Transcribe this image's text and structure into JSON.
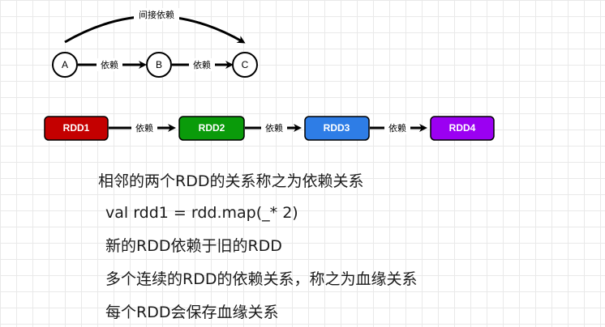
{
  "colors": {
    "rdd1": "#c40000",
    "rdd2": "#0a9b0a",
    "rdd3": "#2e7de6",
    "rdd4": "#9b00f2",
    "edge": "#000000"
  },
  "top_graph": {
    "nodes": [
      "A",
      "B",
      "C"
    ],
    "edge_labels": [
      "依赖",
      "依赖"
    ],
    "arc_label": "间接依赖"
  },
  "rdd_chain": {
    "nodes": [
      "RDD1",
      "RDD2",
      "RDD3",
      "RDD4"
    ],
    "edge_labels": [
      "依赖",
      "依赖",
      "依赖"
    ]
  },
  "notes": {
    "line1": "相邻的两个RDD的关系称之为依赖关系",
    "line2": "val rdd1 = rdd.map(_* 2)",
    "line3": "新的RDD依赖于旧的RDD",
    "line4": "多个连续的RDD的依赖关系，称之为血缘关系",
    "line5": "每个RDD会保存血缘关系"
  }
}
